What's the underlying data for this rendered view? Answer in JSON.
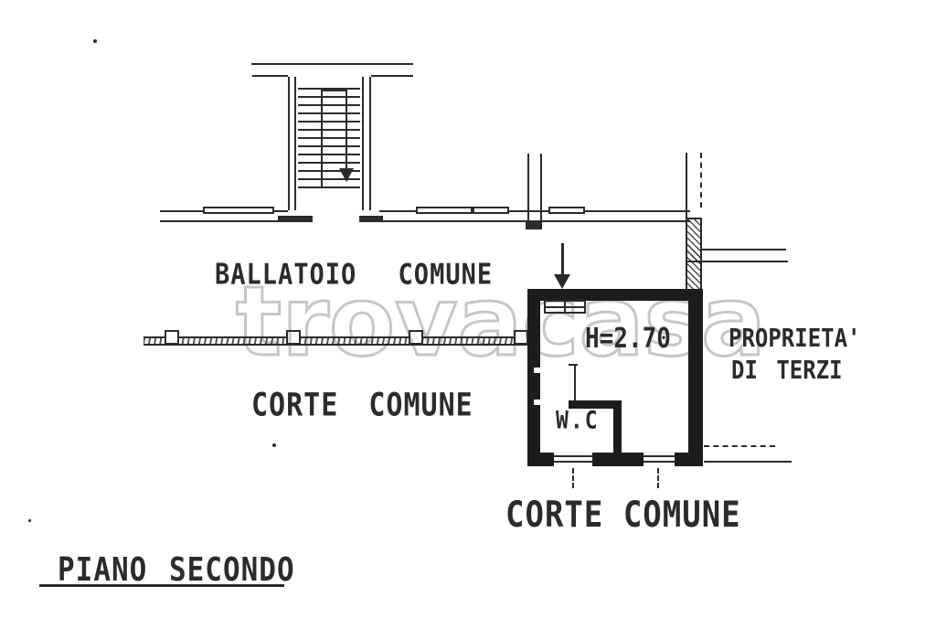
{
  "plan": {
    "labels": {
      "ballatoio": "BALLATOIO COMUNE",
      "corte_comune_left": "CORTE COMUNE",
      "corte_comune_bottom": "CORTE COMUNE",
      "room_height": "H=2.70",
      "proprieta_line1": "PROPRIETA'",
      "proprieta_line2": "DI TERZI",
      "wc": "W.C",
      "floor_title": "PIANO SECONDO"
    },
    "watermark": "trovacasa",
    "colors": {
      "ink": "#2b2b2b",
      "wall": "#1c1c1c",
      "watermark": "#c6c6c6",
      "background": "#ffffff"
    }
  }
}
